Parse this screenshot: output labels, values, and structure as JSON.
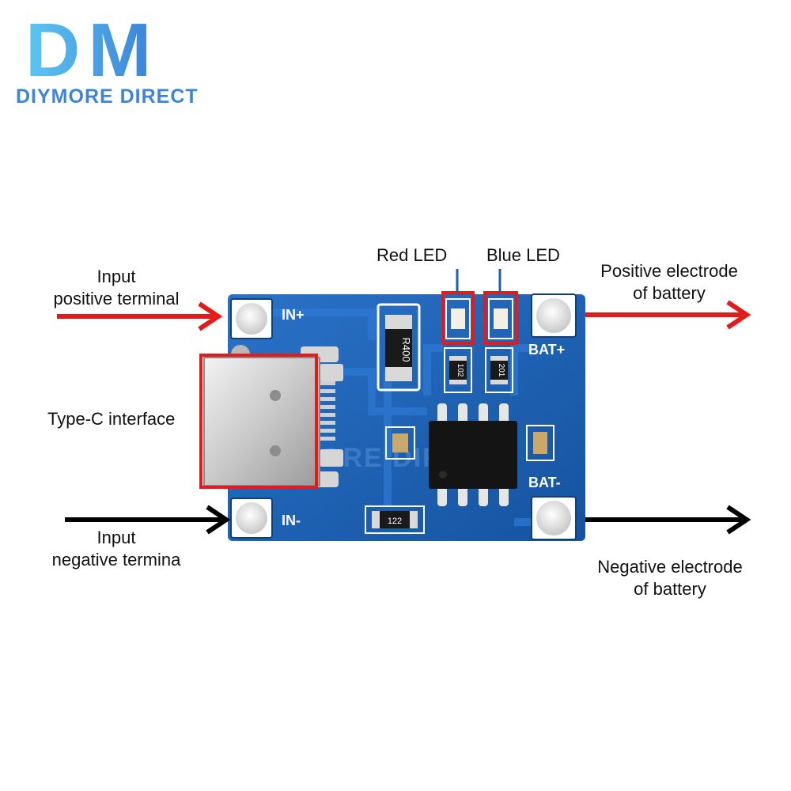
{
  "logo": {
    "mark": "DM",
    "text": "DIYMORE DIRECT"
  },
  "labels": {
    "input_positive": [
      "Input",
      "positive terminal"
    ],
    "input_negative": [
      "Input",
      "negative termina"
    ],
    "type_c": "Type-C interface",
    "red_led": "Red LED",
    "blue_led": "Blue LED",
    "battery_positive": [
      "Positive electrode",
      "of battery"
    ],
    "battery_negative": [
      "Negative electrode",
      "of battery"
    ]
  },
  "board": {
    "silkscreen": {
      "in_plus": "IN+",
      "in_minus": "IN-",
      "bat_plus": "BAT+",
      "bat_minus": "BAT-"
    },
    "resistors": {
      "sense": "R400",
      "small_1": "102",
      "small_2": "201",
      "bottom": "122"
    },
    "watermark": "DIYMORE DIRECT",
    "colors": {
      "pcb": "#1a5fb4",
      "pad": "#e6e6e6",
      "highlight": "#e31b1b",
      "arrow_red": "#e31b1b",
      "arrow_black": "#000000",
      "led_leader": "#1f5fa8"
    }
  }
}
